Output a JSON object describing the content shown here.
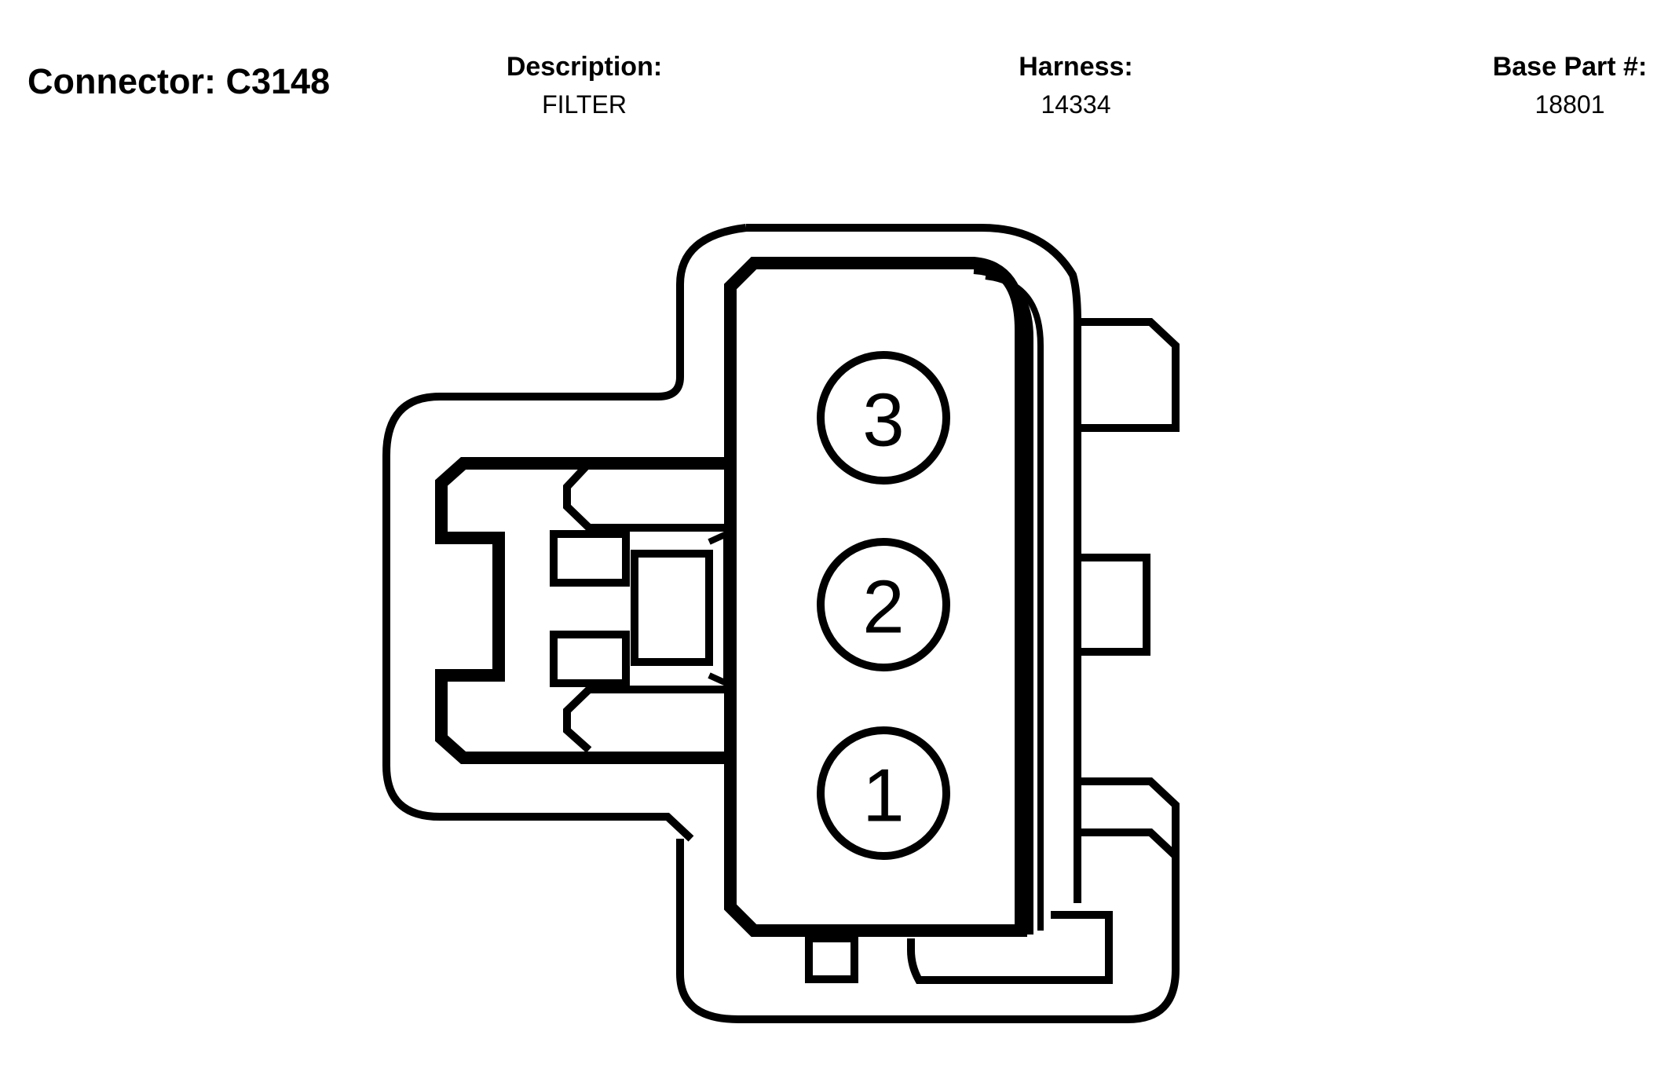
{
  "header": {
    "connector_label": "Connector: C3148",
    "description_label": "Description:",
    "description_value": "FILTER",
    "harness_label": "Harness:",
    "harness_value": "14334",
    "base_part_label": "Base Part #:",
    "base_part_value": "18801"
  },
  "diagram": {
    "pins": [
      {
        "number": "3"
      },
      {
        "number": "2"
      },
      {
        "number": "1"
      }
    ]
  }
}
